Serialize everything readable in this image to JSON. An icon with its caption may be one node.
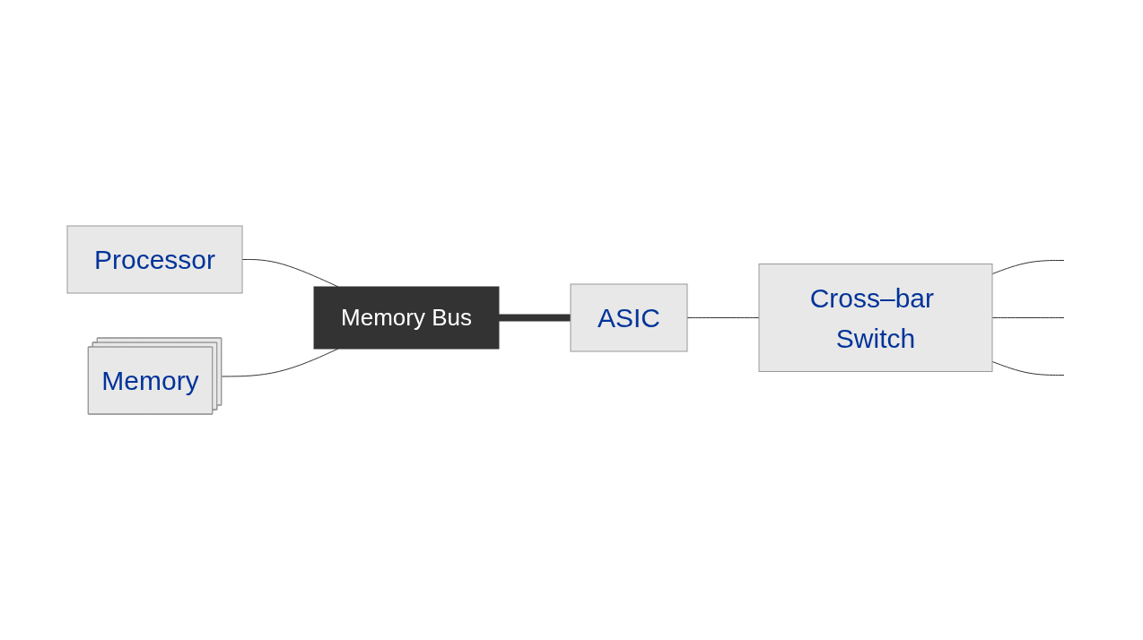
{
  "diagram": {
    "nodes": [
      {
        "text": [
          "Processor"
        ]
      },
      {
        "text": [
          "Memory Bus"
        ]
      },
      {
        "text": [
          "ASIC"
        ]
      },
      {
        "text": [
          "Cross–bar Switch"
        ]
      },
      {
        "text": [
          "Memory"
        ]
      }
    ],
    "edges": [
      {
        "from": 0,
        "to": 1,
        "arrow": "none"
      },
      {
        "from": 1,
        "to": 2,
        "arrow": "none",
        "style": "thick"
      },
      {
        "from": 2,
        "to": 3,
        "arrow": "none"
      },
      {
        "from": 4,
        "to": 1,
        "arrow": "none"
      },
      {
        "from": 3,
        "to": null,
        "arrow": "none"
      },
      {
        "from": 3,
        "to": null,
        "arrow": "none"
      },
      {
        "from": 3,
        "to": null,
        "arrow": "none"
      }
    ]
  }
}
